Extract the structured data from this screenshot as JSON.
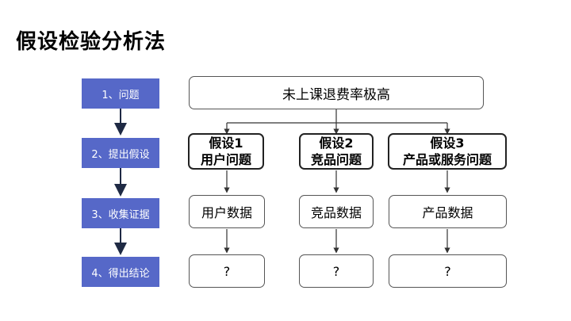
{
  "title": "假设检验分析法",
  "steps": [
    "1、问题",
    "2、提出假设",
    "3、收集证据",
    "4、得出结论"
  ],
  "problem": "未上课退费率极高",
  "hypotheses": [
    {
      "line1": "假设1",
      "line2": "用户问题"
    },
    {
      "line1": "假设2",
      "line2": "竞品问题"
    },
    {
      "line1": "假设3",
      "line2": "产品或服务问题"
    }
  ],
  "evidence": [
    "用户数据",
    "竞品数据",
    "产品数据"
  ],
  "conclusions": [
    "?",
    "?",
    "?"
  ],
  "colors": {
    "step_bg": "#5668c8",
    "arrow": "#1f2a44"
  }
}
